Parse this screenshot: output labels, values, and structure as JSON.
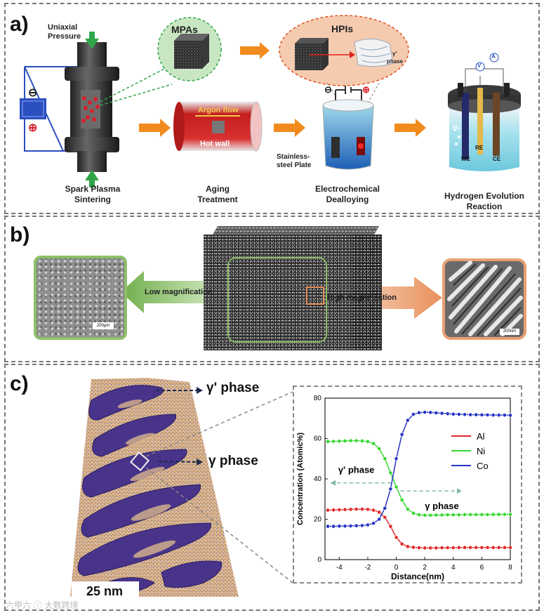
{
  "panel_a": {
    "label": "a)",
    "uniaxial_pressure": "Uniaxial\nPressure",
    "minus": "⊖",
    "plus": "⊕",
    "mpas": "MPAs",
    "hpis": "HPIs",
    "gamma_prime": "γ'",
    "phase": "phase",
    "argon_flow": "Argon flow",
    "hot_wall": "Hot wall",
    "stainless_plate": "Stainless-\nsteel Plate",
    "h2": "H₂",
    "we": "WE",
    "re": "RE",
    "ce": "CE",
    "v_meter": "V",
    "a_meter": "A",
    "steps": [
      "Spark Plasma\nSintering",
      "Aging\nTreatment",
      "Electrochemical\nDealloying",
      "Hydrogen Evolution\nReaction"
    ],
    "colors": {
      "arrow": "#f28b1e",
      "green_arrow": "#2fa54a",
      "power": "#2b4fbf"
    }
  },
  "panel_b": {
    "label": "b)",
    "low_mag": "Low magnification",
    "high_mag": "High magnification",
    "scale_left": "200μm",
    "scale_right": "200nm",
    "colors": {
      "green": "#8dbf6a",
      "orange": "#e8a074"
    }
  },
  "panel_c": {
    "label": "c)",
    "gamma_prime_phase": "γ' phase",
    "gamma_phase": "γ phase",
    "scale": "25 nm",
    "watermark": "六甲六 ⓘ 大数跨境"
  },
  "chart_data": {
    "type": "line",
    "xlabel": "Distance(nm)",
    "ylabel": "Concentration (Atomic%)",
    "xlim": [
      -5,
      8
    ],
    "ylim": [
      0,
      80
    ],
    "xticks": [
      -4,
      -2,
      0,
      2,
      4,
      6,
      8
    ],
    "yticks": [
      0,
      20,
      40,
      60,
      80
    ],
    "legend_position": "right",
    "annotations": [
      "γ' phase",
      "γ phase"
    ],
    "x": [
      -4.8,
      -4.4,
      -4.0,
      -3.6,
      -3.2,
      -2.8,
      -2.4,
      -2.0,
      -1.6,
      -1.2,
      -0.8,
      -0.4,
      0.0,
      0.4,
      0.8,
      1.2,
      1.6,
      2.0,
      2.4,
      2.8,
      3.2,
      3.6,
      4.0,
      4.4,
      4.8,
      5.2,
      5.6,
      6.0,
      6.4,
      6.8,
      7.2,
      7.6,
      8.0
    ],
    "series": [
      {
        "name": "Al",
        "color": "#e0282a",
        "values": [
          24.5,
          24.6,
          24.7,
          24.8,
          24.9,
          25.0,
          25.0,
          24.9,
          24.5,
          23.5,
          21.0,
          16.5,
          11.0,
          7.8,
          6.5,
          6.1,
          5.9,
          5.8,
          5.8,
          5.8,
          5.9,
          5.9,
          5.9,
          6.0,
          6.0,
          6.0,
          6.0,
          6.0,
          6.0,
          6.0,
          6.0,
          6.0,
          6.0
        ]
      },
      {
        "name": "Ni",
        "color": "#35d62e",
        "values": [
          58.5,
          58.6,
          58.7,
          58.8,
          58.9,
          58.9,
          58.8,
          58.5,
          57.5,
          55.0,
          50.0,
          43.0,
          36.0,
          29.5,
          25.0,
          23.0,
          22.2,
          22.0,
          22.0,
          22.1,
          22.1,
          22.2,
          22.2,
          22.2,
          22.3,
          22.3,
          22.3,
          22.3,
          22.3,
          22.4,
          22.4,
          22.4,
          22.4
        ]
      },
      {
        "name": "Co",
        "color": "#2734c4",
        "values": [
          16.5,
          16.5,
          16.6,
          16.6,
          16.7,
          16.8,
          16.9,
          17.2,
          18.0,
          20.0,
          25.5,
          35.0,
          50.0,
          62.0,
          69.0,
          72.0,
          72.8,
          73.0,
          72.9,
          72.7,
          72.5,
          72.3,
          72.1,
          72.0,
          71.9,
          71.8,
          71.8,
          71.7,
          71.7,
          71.6,
          71.6,
          71.6,
          71.5
        ]
      }
    ]
  }
}
